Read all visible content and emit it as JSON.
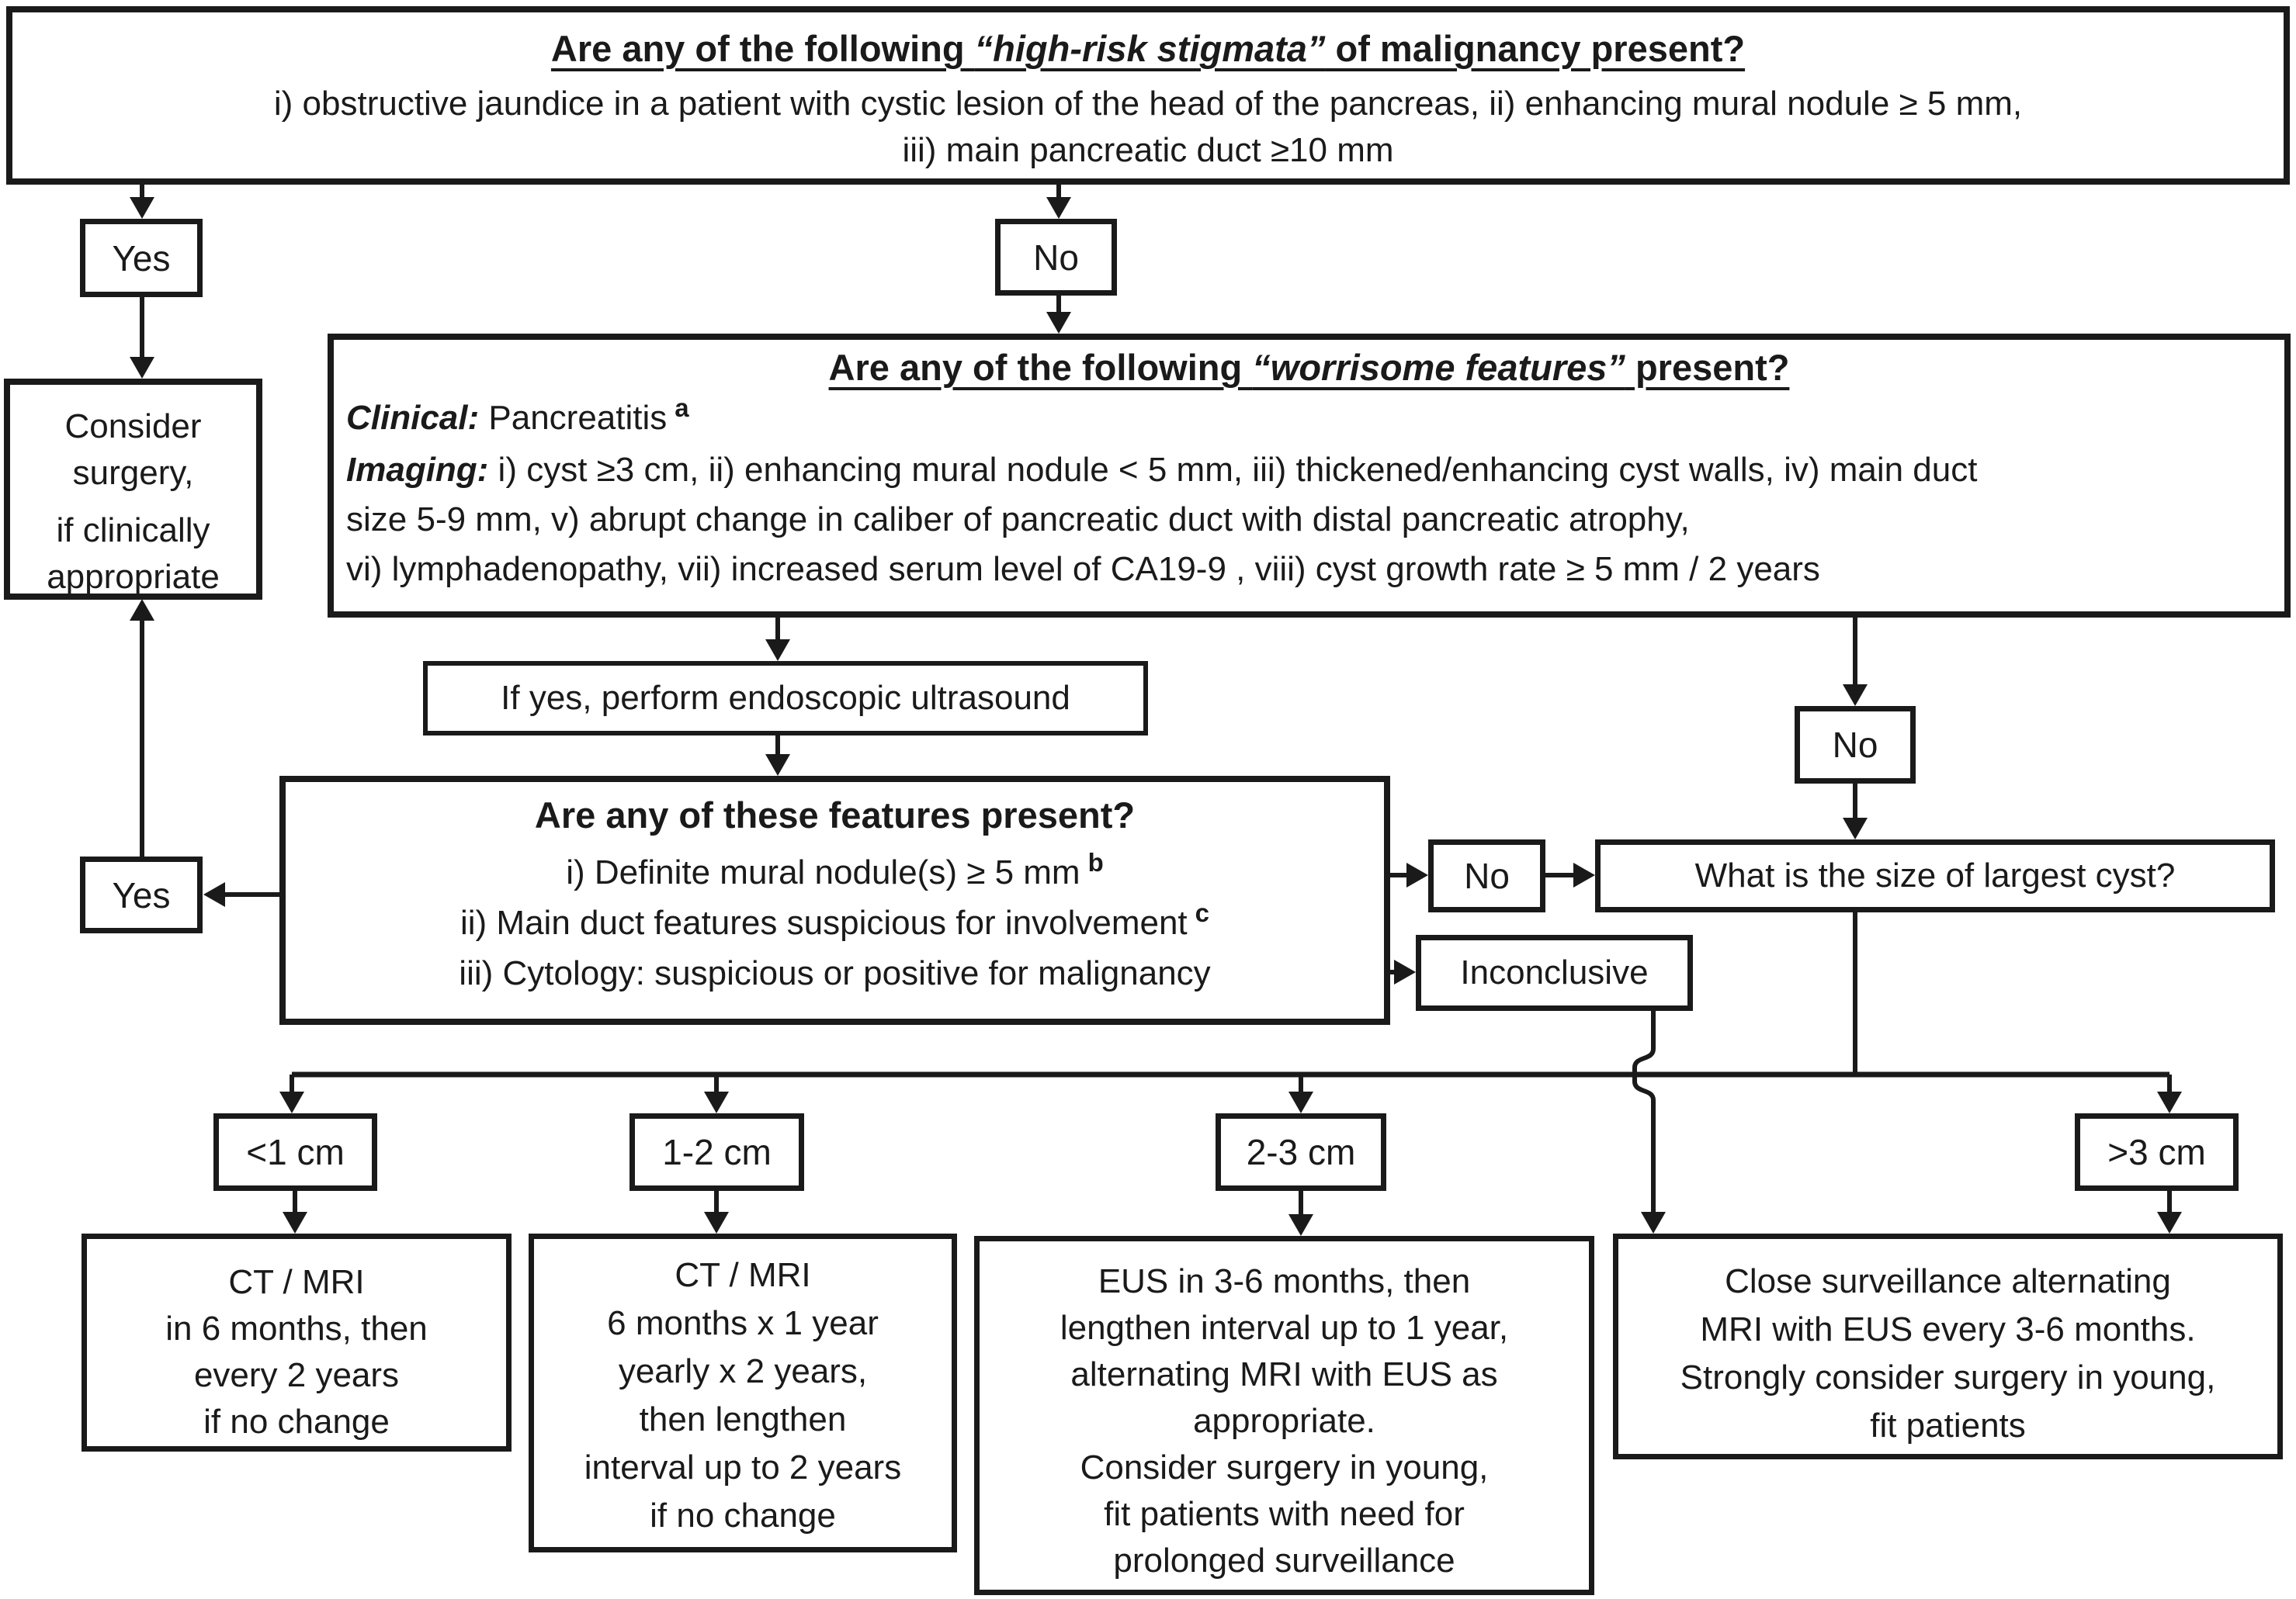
{
  "colors": {
    "ink": "#1a1a1a",
    "background": "#ffffff"
  },
  "high_risk": {
    "title_prefix": "Are any of the following ",
    "title_emphasis": "“high-risk stigmata”",
    "title_suffix": " of malignancy present?",
    "line1": "i) obstructive jaundice in a patient with cystic lesion of the head of the pancreas, ii) enhancing mural nodule ≥ 5 mm,",
    "line2": "iii) main pancreatic duct ≥10 mm"
  },
  "yes_top": "Yes",
  "no_top": "No",
  "consider_surgery": {
    "lines": [
      "Consider",
      "surgery,",
      "if clinically",
      "appropriate"
    ]
  },
  "worrisome": {
    "title_prefix": "Are any of the following ",
    "title_emphasis": "“worrisome features”",
    "title_suffix": " present?",
    "clinical_label": "Clinical:",
    "clinical_text": " Pancreatitis",
    "sup_a": "a",
    "imaging_label": "Imaging:",
    "imaging_line1": " i) cyst ≥3 cm, ii) enhancing mural nodule < 5 mm, iii) thickened/enhancing cyst walls, iv) main duct",
    "imaging_line2": "size 5-9 mm, v) abrupt change in caliber of pancreatic duct with distal pancreatic atrophy,",
    "imaging_line3": "vi) lymphadenopathy, vii) increased serum level of CA19-9 , viii) cyst growth rate ≥ 5 mm / 2 years"
  },
  "eus_step": "If yes, perform endoscopic ultrasound",
  "no_worrisome": "No",
  "features": {
    "title": "Are any of these features present?",
    "item1": "i) Definite mural nodule(s) ≥ 5 mm",
    "sup_b": "b",
    "item2": "ii) Main duct features suspicious for involvement",
    "sup_c": "c",
    "item3": "iii) Cytology: suspicious or positive for malignancy"
  },
  "yes_eus": "Yes",
  "no_eus": "No",
  "inconclusive": "Inconclusive",
  "size_question": "What is the size of largest cyst?",
  "sizes": {
    "s1": "<1 cm",
    "s2": "1-2 cm",
    "s3": "2-3 cm",
    "s4": ">3 cm"
  },
  "management": {
    "lt1": {
      "lines": [
        "CT / MRI",
        "in 6 months, then",
        "every 2 years",
        "if no change"
      ]
    },
    "cm12": {
      "lines": [
        "CT / MRI",
        "6 months x 1 year",
        "yearly x 2 years,",
        "then lengthen",
        "interval up to 2 years",
        "if no change"
      ]
    },
    "cm23": {
      "lines": [
        "EUS in 3-6 months, then",
        "lengthen interval up to 1 year,",
        "alternating MRI with EUS as",
        "appropriate.",
        "Consider surgery in young,",
        "fit patients with need for",
        "prolonged surveillance"
      ]
    },
    "gt3": {
      "lines": [
        "Close surveillance alternating",
        "MRI with EUS every 3-6 months.",
        "Strongly consider surgery in young,",
        "fit patients"
      ]
    }
  }
}
